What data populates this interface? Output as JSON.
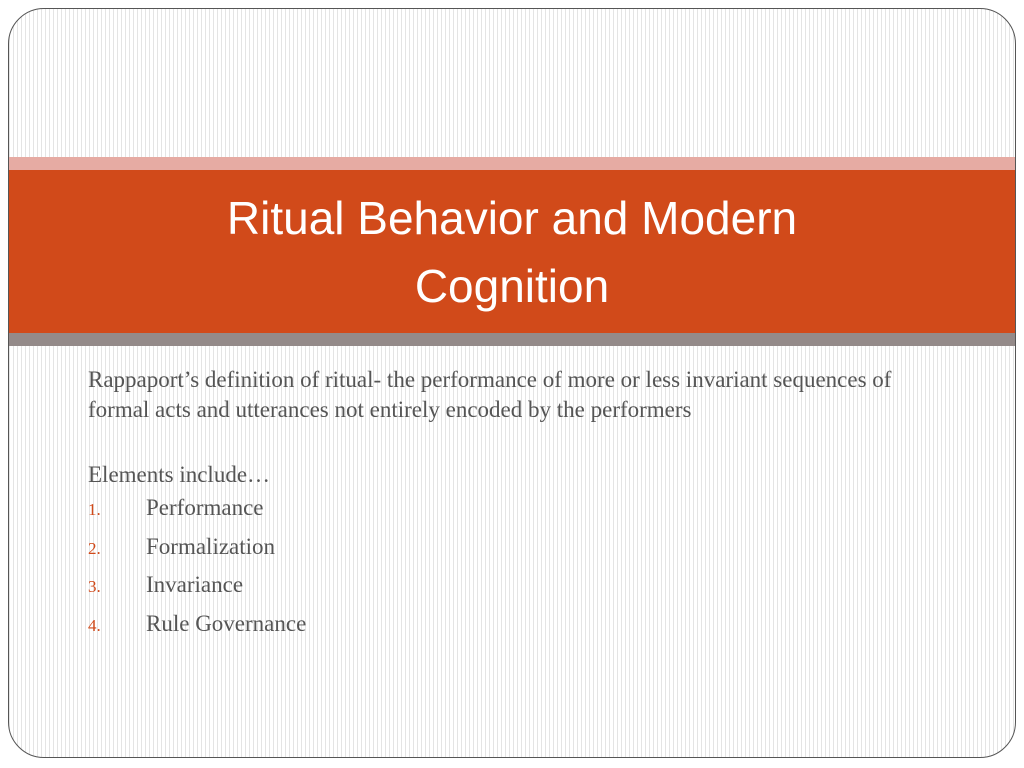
{
  "slide": {
    "title": "Ritual Behavior and Modern Cognition",
    "definition": "Rappaport’s definition of ritual- the performance of more or less invariant sequences of formal acts and utterances not entirely encoded by the performers",
    "elements_heading": "Elements include…",
    "elements": [
      {
        "number": "1.",
        "label": "Performance"
      },
      {
        "number": "2.",
        "label": "Formalization"
      },
      {
        "number": "3.",
        "label": "Invariance"
      },
      {
        "number": "4.",
        "label": "Rule Governance"
      }
    ]
  },
  "colors": {
    "title_band": "#d14a1a",
    "accent_top": "#e6aba3",
    "accent_bottom": "#948a89",
    "body_text": "#555555",
    "list_number": "#d14a1a"
  }
}
